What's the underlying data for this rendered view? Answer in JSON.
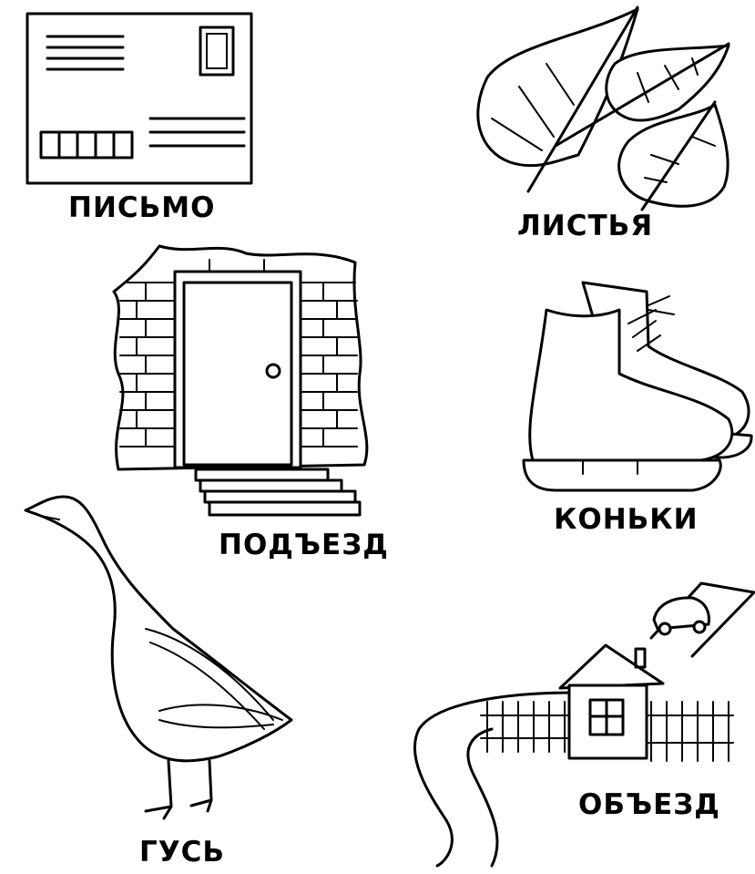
{
  "labels": {
    "letter": "ПИСЬМО",
    "leaves": "ЛИСТЬЯ",
    "entrance": "ПОДЪЕЗД",
    "skates": "КОНЬКИ",
    "goose": "ГУСЬ",
    "detour": "ОБЪЕЗД"
  },
  "colors": {
    "ink": "#000000",
    "paper": "#ffffff"
  }
}
